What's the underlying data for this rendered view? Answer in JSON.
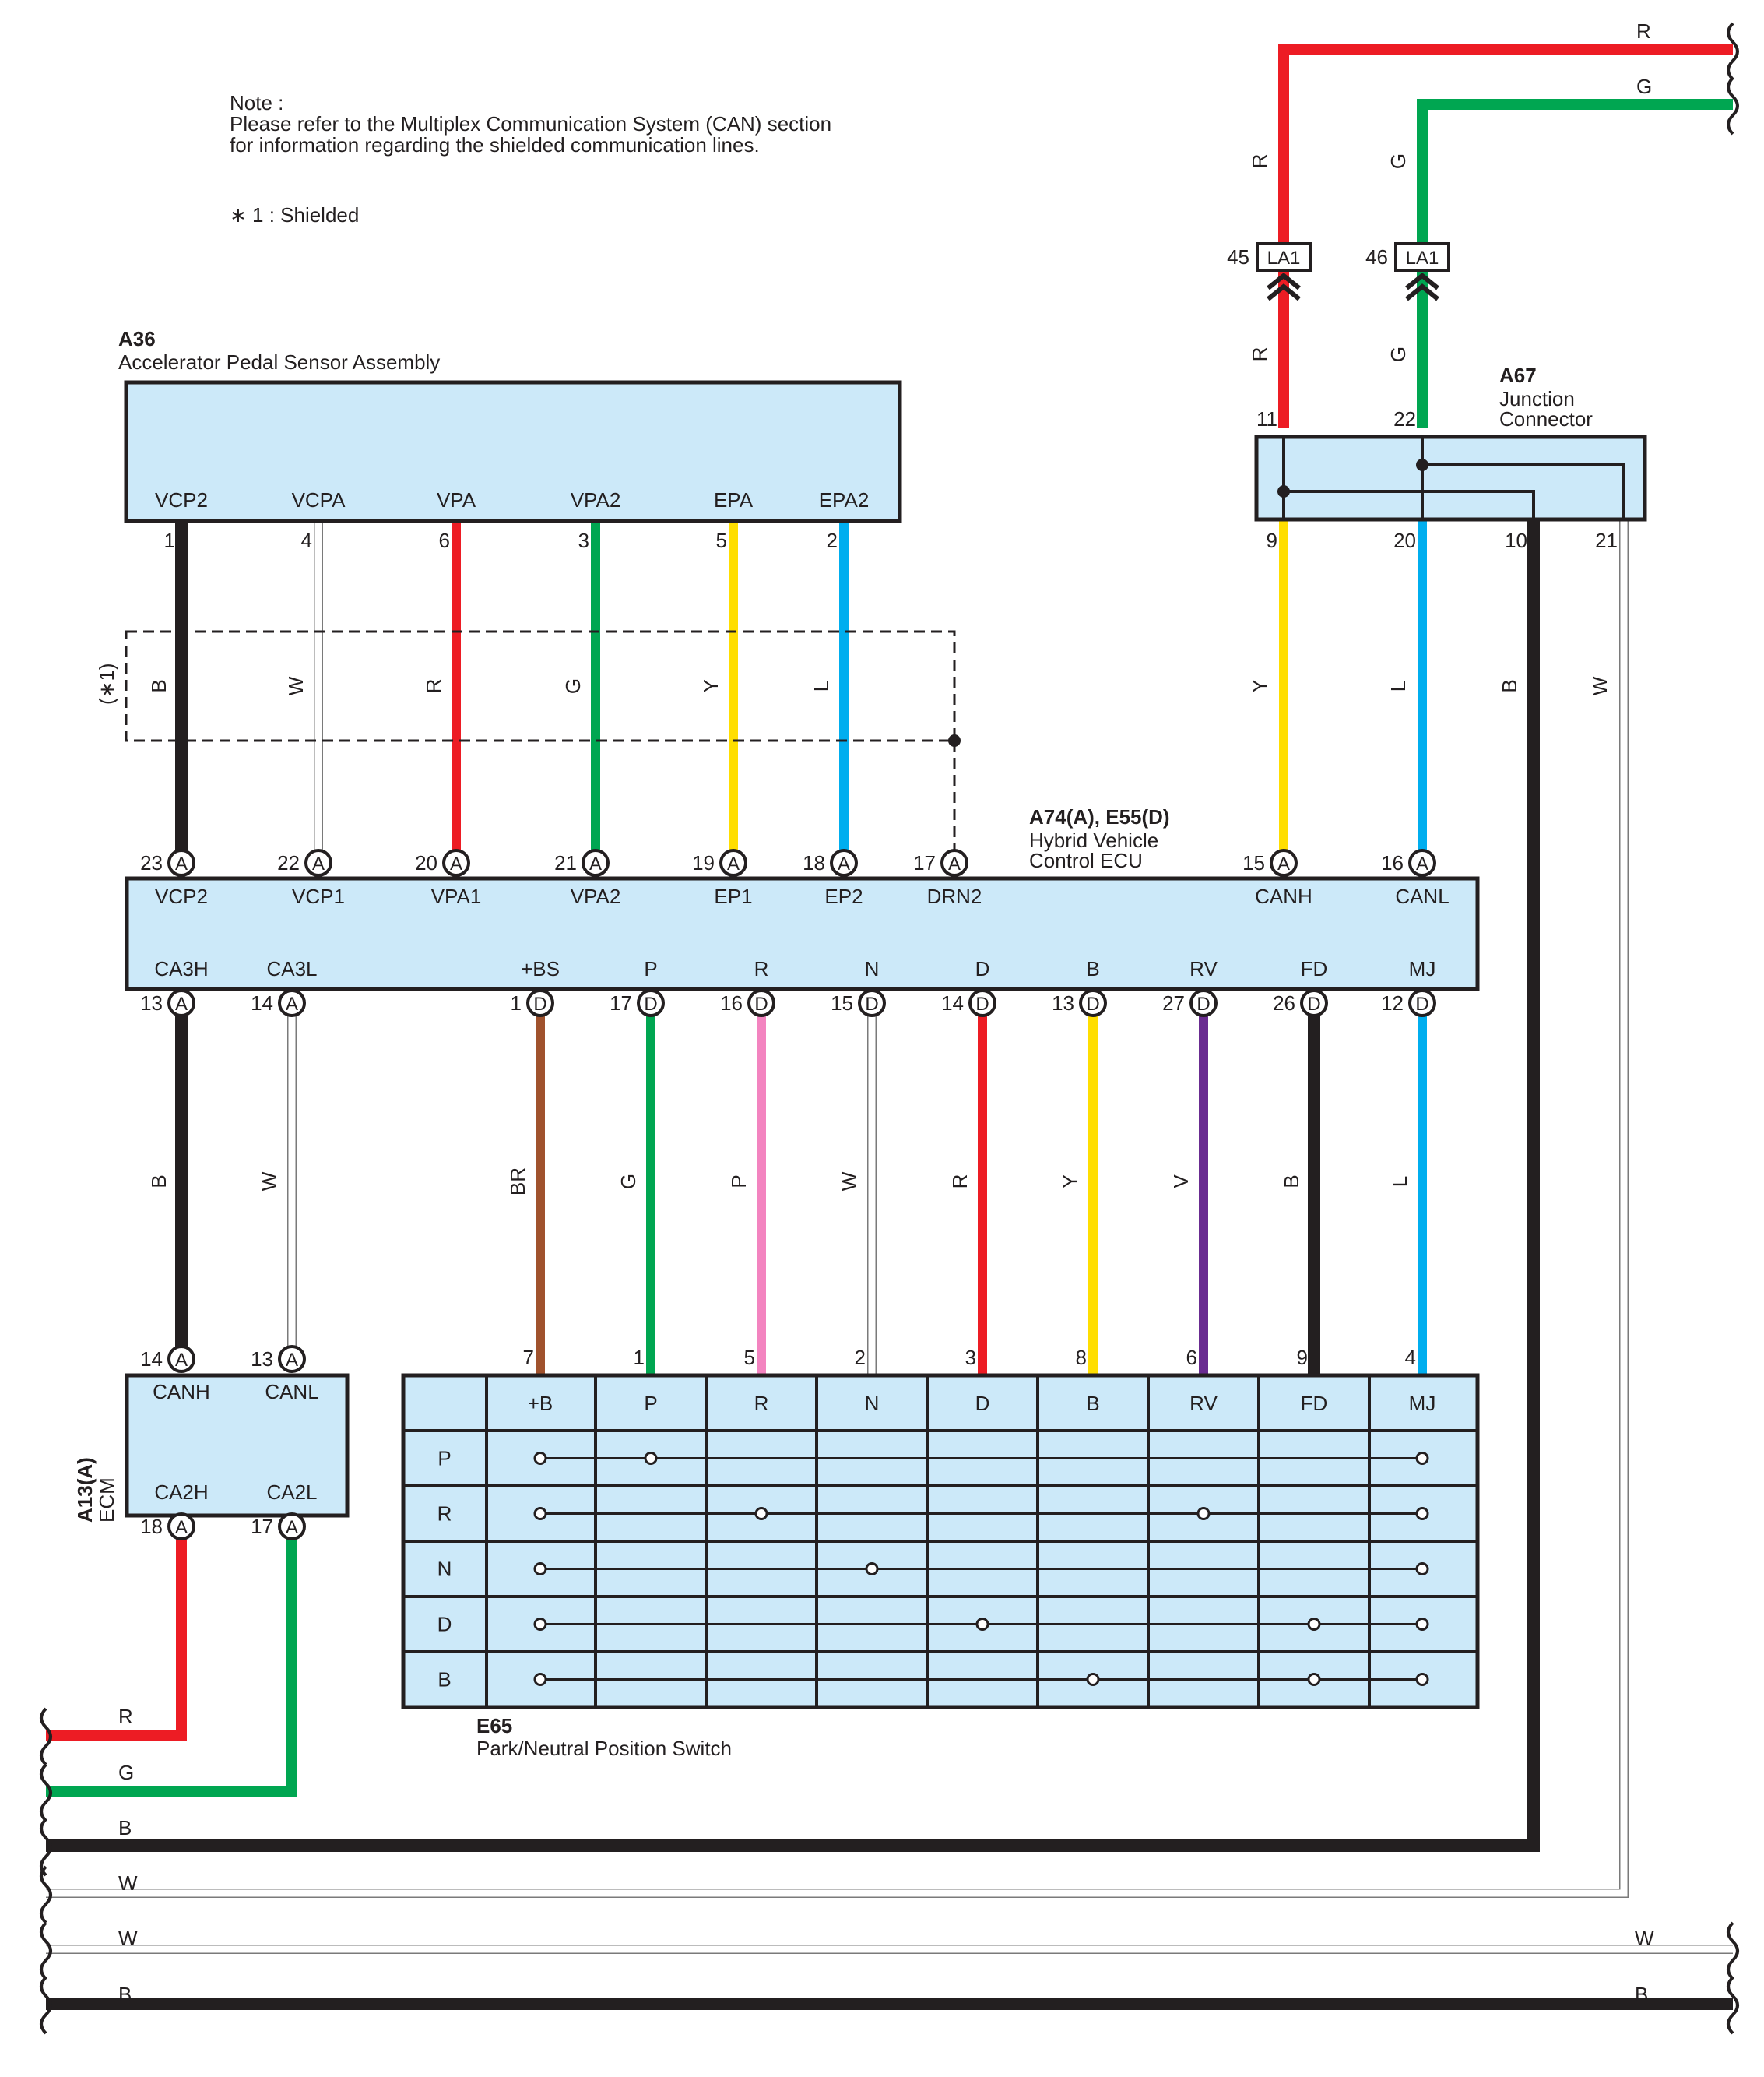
{
  "note": {
    "title": "Note :",
    "line1": "Please refer to the Multiplex Communication System (CAN) section",
    "line2": "for information regarding the shielded communication lines.",
    "shielded": "∗ 1 : Shielded",
    "shield_mark": "(∗1)"
  },
  "components": {
    "a36": {
      "code": "A36",
      "name": "Accelerator Pedal Sensor Assembly",
      "pins": [
        {
          "label": "VCP2",
          "num": "1",
          "wire": "B"
        },
        {
          "label": "VCPA",
          "num": "4",
          "wire": "W"
        },
        {
          "label": "VPA",
          "num": "6",
          "wire": "R"
        },
        {
          "label": "VPA2",
          "num": "3",
          "wire": "G"
        },
        {
          "label": "EPA",
          "num": "5",
          "wire": "Y"
        },
        {
          "label": "EPA2",
          "num": "2",
          "wire": "L"
        }
      ]
    },
    "a67": {
      "code": "A67",
      "name1": "Junction",
      "name2": "Connector",
      "top_pins": [
        "11",
        "22"
      ],
      "bottom_pins": [
        {
          "num": "9",
          "wire": "Y"
        },
        {
          "num": "20",
          "wire": "L"
        },
        {
          "num": "10",
          "wire": "B"
        },
        {
          "num": "21",
          "wire": "W"
        }
      ],
      "la1": [
        {
          "num": "45",
          "label": "LA1",
          "wire_top": "R",
          "wire_bottom": "R"
        },
        {
          "num": "46",
          "label": "LA1",
          "wire_top": "G",
          "wire_bottom": "G"
        }
      ]
    },
    "hv_ecu": {
      "code": "A74(A), E55(D)",
      "name1": "Hybrid Vehicle",
      "name2": "Control ECU",
      "top_pins": [
        {
          "num": "23",
          "conn": "A",
          "label": "VCP2"
        },
        {
          "num": "22",
          "conn": "A",
          "label": "VCP1"
        },
        {
          "num": "20",
          "conn": "A",
          "label": "VPA1"
        },
        {
          "num": "21",
          "conn": "A",
          "label": "VPA2"
        },
        {
          "num": "19",
          "conn": "A",
          "label": "EP1"
        },
        {
          "num": "18",
          "conn": "A",
          "label": "EP2"
        },
        {
          "num": "17",
          "conn": "A",
          "label": "DRN2"
        },
        {
          "num": "15",
          "conn": "A",
          "label": "CANH"
        },
        {
          "num": "16",
          "conn": "A",
          "label": "CANL"
        }
      ],
      "bottom_pins": [
        {
          "num": "13",
          "conn": "A",
          "label": "CA3H",
          "wire": "B"
        },
        {
          "num": "14",
          "conn": "A",
          "label": "CA3L",
          "wire": "W"
        },
        {
          "num": "1",
          "conn": "D",
          "label": "+BS",
          "wire": "BR"
        },
        {
          "num": "17",
          "conn": "D",
          "label": "P",
          "wire": "G"
        },
        {
          "num": "16",
          "conn": "D",
          "label": "R",
          "wire": "P"
        },
        {
          "num": "15",
          "conn": "D",
          "label": "N",
          "wire": "W"
        },
        {
          "num": "14",
          "conn": "D",
          "label": "D",
          "wire": "R"
        },
        {
          "num": "13",
          "conn": "D",
          "label": "B",
          "wire": "Y"
        },
        {
          "num": "27",
          "conn": "D",
          "label": "RV",
          "wire": "V"
        },
        {
          "num": "26",
          "conn": "D",
          "label": "FD",
          "wire": "B"
        },
        {
          "num": "12",
          "conn": "D",
          "label": "MJ",
          "wire": "L"
        }
      ]
    },
    "ecm": {
      "code": "A13(A)",
      "name": "ECM",
      "top_pins": [
        {
          "num": "14",
          "conn": "A",
          "label": "CANH"
        },
        {
          "num": "13",
          "conn": "A",
          "label": "CANL"
        }
      ],
      "bottom_pins": [
        {
          "num": "18",
          "conn": "A",
          "label": "CA2H"
        },
        {
          "num": "17",
          "conn": "A",
          "label": "CA2L"
        }
      ]
    },
    "e65": {
      "code": "E65",
      "name": "Park/Neutral Position Switch",
      "pin_nums": [
        "7",
        "1",
        "5",
        "2",
        "3",
        "8",
        "6",
        "9",
        "4"
      ],
      "columns": [
        "+B",
        "P",
        "R",
        "N",
        "D",
        "B",
        "RV",
        "FD",
        "MJ"
      ],
      "rows": [
        {
          "label": "P",
          "cols": [
            0,
            1,
            8
          ]
        },
        {
          "label": "R",
          "cols": [
            0,
            2,
            6,
            8
          ]
        },
        {
          "label": "N",
          "cols": [
            0,
            3,
            8
          ]
        },
        {
          "label": "D",
          "cols": [
            0,
            4,
            7,
            8
          ]
        },
        {
          "label": "B",
          "cols": [
            0,
            5,
            7,
            8
          ]
        }
      ]
    }
  },
  "bus_labels": {
    "top_r": "R",
    "top_g": "G",
    "left_r": "R",
    "left_g": "G",
    "left_b": "B",
    "left_w": "W",
    "bottom_w_left": "W",
    "bottom_w_right": "W",
    "bottom_b_left": "B",
    "bottom_b_right": "B"
  },
  "colors": {
    "B": "#231f20",
    "W": "#ffffff",
    "R": "#ed1c24",
    "G": "#00a651",
    "Y": "#ffde00",
    "L": "#00aeef",
    "BR": "#a0522d",
    "P": "#f384c0",
    "V": "#6a2c91",
    "box": "#cce9f9"
  }
}
